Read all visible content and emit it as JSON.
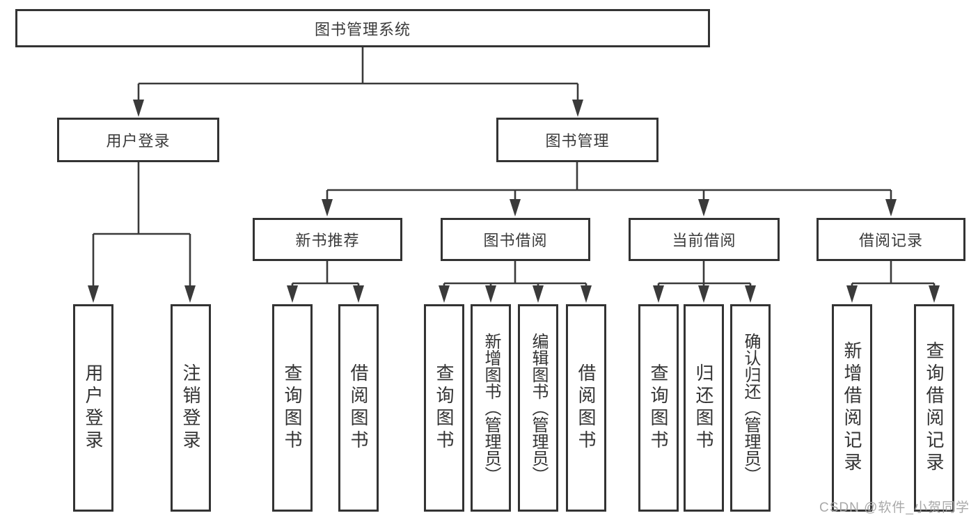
{
  "diagram": {
    "watermark": "CSDN @软件_小贺同学",
    "colors": {
      "background": "#ffffff",
      "line": "#3a3a3a",
      "node_border": "#333333",
      "node_text": "#333333",
      "watermark_text": "#a4a4a4"
    },
    "tree": {
      "label": "图书管理系统",
      "children": [
        {
          "label": "用户登录",
          "children": [
            {
              "label": "用户登录"
            },
            {
              "label": "注销登录"
            }
          ]
        },
        {
          "label": "图书管理",
          "children": [
            {
              "label": "新书推荐",
              "children": [
                {
                  "label": "查询图书"
                },
                {
                  "label": "借阅图书"
                }
              ]
            },
            {
              "label": "图书借阅",
              "children": [
                {
                  "label": "查询图书"
                },
                {
                  "label": "新增图书（管理员）"
                },
                {
                  "label": "编辑图书（管理员）"
                },
                {
                  "label": "借阅图书"
                }
              ]
            },
            {
              "label": "当前借阅",
              "children": [
                {
                  "label": "查询图书"
                },
                {
                  "label": "归还图书"
                },
                {
                  "label": "确认归还（管理员）"
                }
              ]
            },
            {
              "label": "借阅记录",
              "children": [
                {
                  "label": "新增借阅记录"
                },
                {
                  "label": "查询借阅记录"
                }
              ]
            }
          ]
        }
      ]
    }
  }
}
